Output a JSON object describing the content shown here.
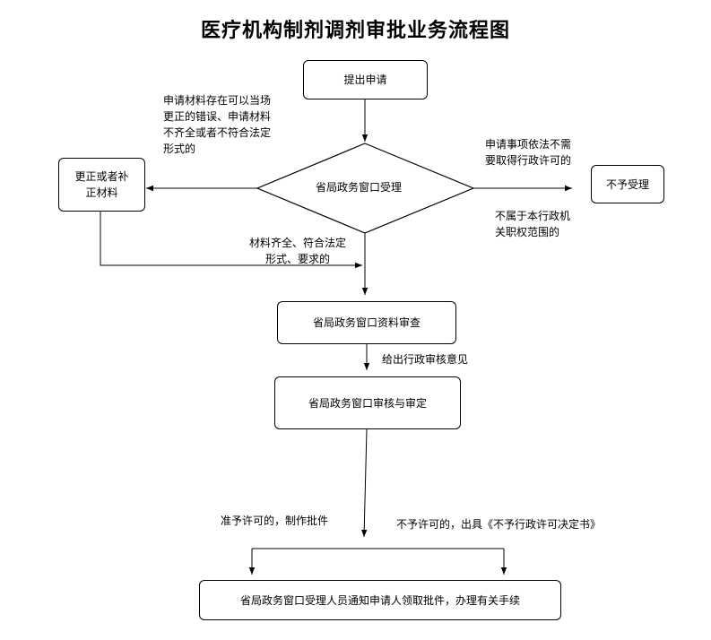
{
  "title": "医疗机构制剂调剂审批业务流程图",
  "nodes": {
    "submit": "提出申请",
    "window_accept": "省局政务窗口受理",
    "correct": "更正或者补\n正材料",
    "reject": "不予受理",
    "review": "省局政务窗口资料审查",
    "approve": "省局政务窗口审核与审定",
    "notify": "省局政务窗口受理人员通知申请人领取批件，办理有关手续"
  },
  "notes": {
    "correct_cond": "申请材料存在可以当场\n更正的错误、申请材料\n不齐全或者不符合法定\n形式的",
    "no_permit_cond": "申请事项依法不需\n要取得行政许可的",
    "not_in_scope": "不属于本行政机\n关职权范围的",
    "complete_cond": "材料齐全、符合法定\n形式、要求的",
    "opinion": "给出行政审核意见",
    "permit": "准予许可的，制作批件",
    "deny": "不予许可的，出具《不予行政许可决定书》"
  }
}
